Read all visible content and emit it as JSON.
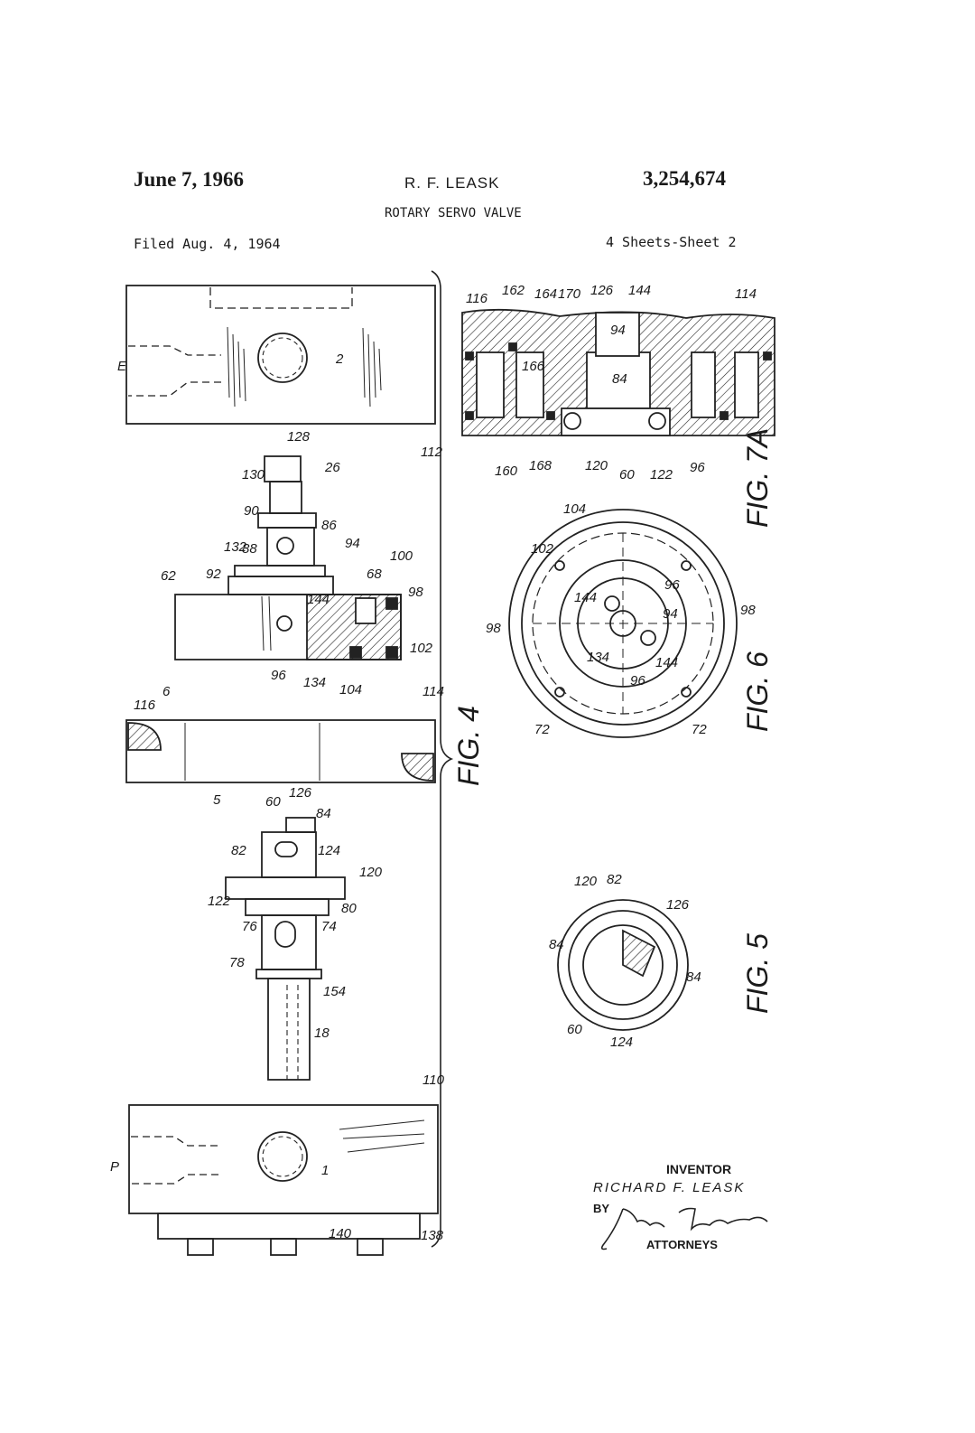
{
  "header": {
    "date": "June 7, 1966",
    "inventor": "R. F. LEASK",
    "patent_number": "3,254,674",
    "title": "ROTARY SERVO VALVE",
    "filed": "Filed Aug. 4, 1964",
    "sheets": "4 Sheets-Sheet 2"
  },
  "figures": {
    "fig4": "FIG. 4",
    "fig5": "FIG. 5",
    "fig6": "FIG. 6",
    "fig7a": "FIG. 7A"
  },
  "ref_numerals": {
    "fig4": [
      "2",
      "E",
      "112",
      "128",
      "26",
      "130",
      "90",
      "86",
      "88",
      "94",
      "132",
      "92",
      "62",
      "68",
      "100",
      "98",
      "144",
      "96",
      "134",
      "104",
      "102",
      "6",
      "116",
      "114",
      "5",
      "60",
      "126",
      "84",
      "82",
      "124",
      "120",
      "122",
      "80",
      "74",
      "76",
      "78",
      "154",
      "18",
      "110",
      "P",
      "1",
      "140",
      "138"
    ],
    "fig7a": [
      "116",
      "162",
      "164",
      "170",
      "126",
      "144",
      "94",
      "114",
      "166",
      "84",
      "160",
      "168",
      "120",
      "60",
      "122",
      "96"
    ],
    "fig6": [
      "104",
      "102",
      "98",
      "144",
      "96",
      "94",
      "134",
      "72"
    ],
    "fig5": [
      "120",
      "82",
      "84",
      "126",
      "60",
      "124"
    ]
  },
  "signature": {
    "inventor_label": "INVENTOR",
    "inventor_name": "RICHARD F. LEASK",
    "by": "BY",
    "attorneys": "ATTORNEYS"
  }
}
